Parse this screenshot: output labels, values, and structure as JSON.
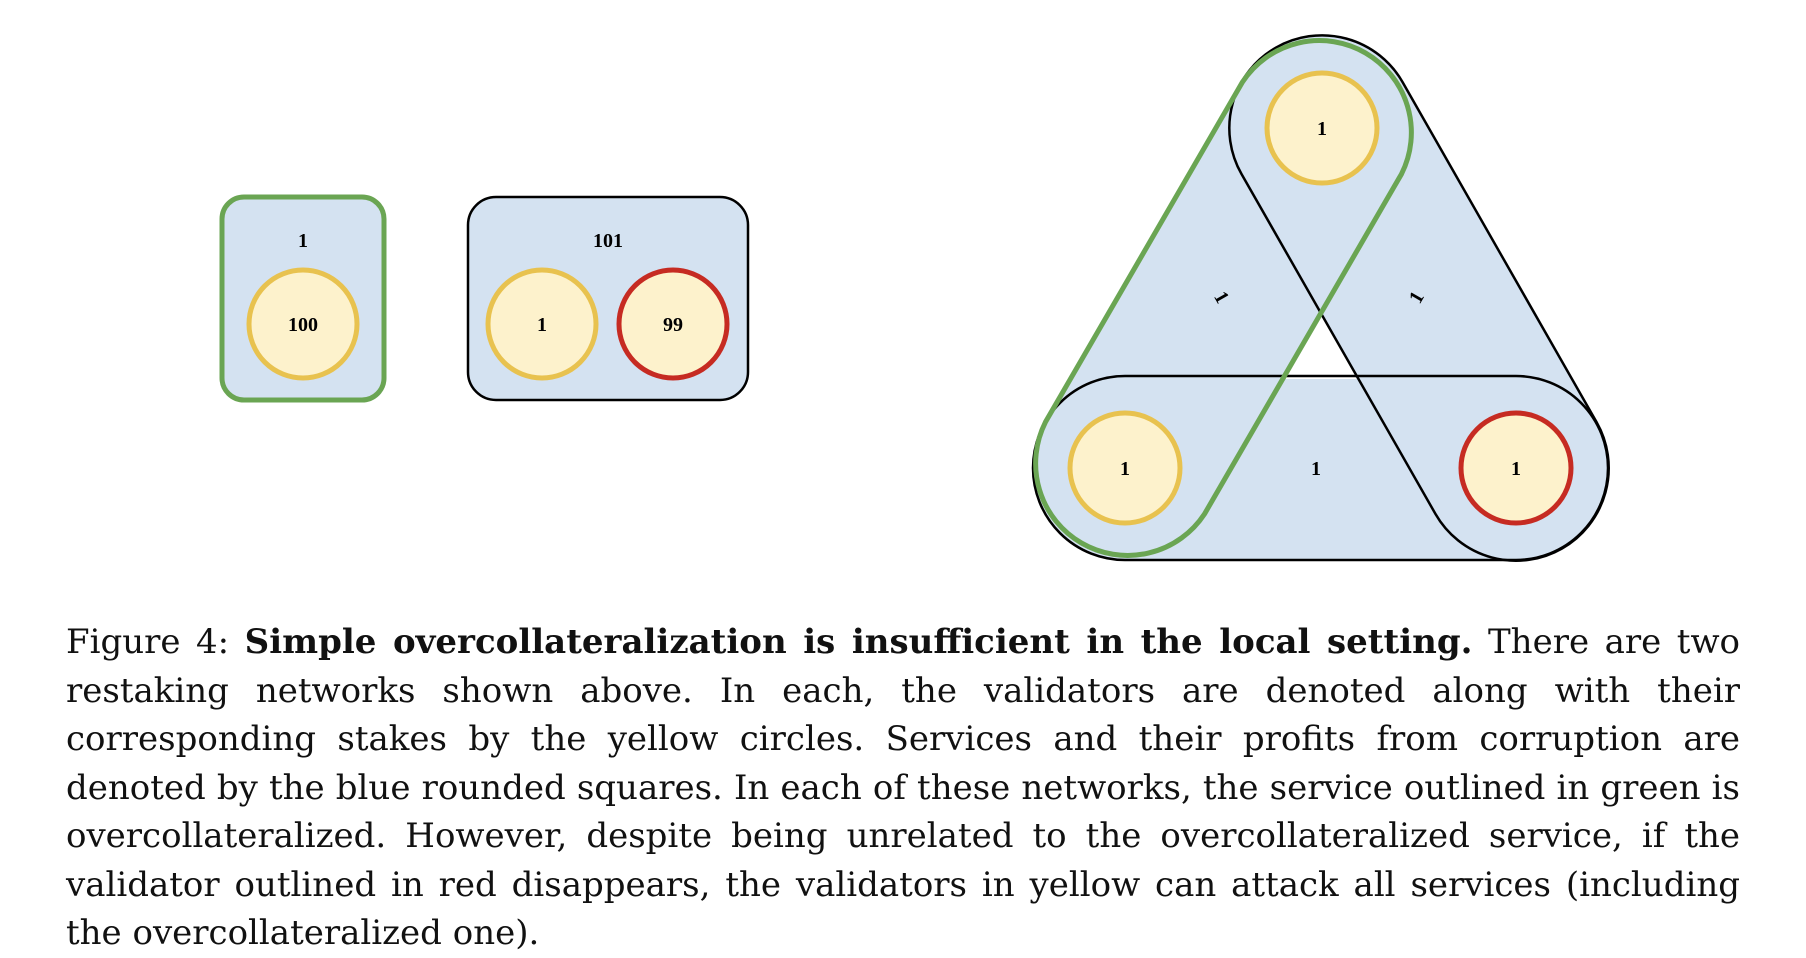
{
  "colors": {
    "service_fill": "#d4e2f1",
    "validator_fill": "#fdf2cc",
    "validator_stroke": "#e8c24f",
    "green_outline": "#6aa553",
    "red_outline": "#c62b22",
    "black_outline": "#000000"
  },
  "left_network": {
    "service_a": {
      "label": "1",
      "outline": "green",
      "validators": [
        {
          "label": "100",
          "outline": "yellow"
        }
      ]
    },
    "service_b": {
      "label": "101",
      "outline": "black",
      "validators": [
        {
          "label": "1",
          "outline": "yellow"
        },
        {
          "label": "99",
          "outline": "red"
        }
      ]
    }
  },
  "right_network": {
    "validators": {
      "top": {
        "label": "1",
        "outline": "yellow"
      },
      "bottom_left": {
        "label": "1",
        "outline": "yellow"
      },
      "bottom_right": {
        "label": "1",
        "outline": "red"
      }
    },
    "services": {
      "left_edge": {
        "label": "1",
        "outline": "green"
      },
      "right_edge": {
        "label": "1",
        "outline": "black"
      },
      "bottom_edge": {
        "label": "1",
        "outline": "black"
      }
    }
  },
  "caption": {
    "prefix": "Figure 4: ",
    "bold": "Simple overcollateralization is insufficient in the local setting.",
    "body": " There are two restaking networks shown above. In each, the validators are denoted along with their corresponding stakes by the yellow circles. Services and their profits from corruption are denoted by the blue rounded squares. In each of these networks, the service outlined in green is overcollateralized. However, despite being unrelated to the overcollateralized service, if the validator outlined in red disappears, the validators in yellow can attack all services (including the overcollateralized one)."
  }
}
